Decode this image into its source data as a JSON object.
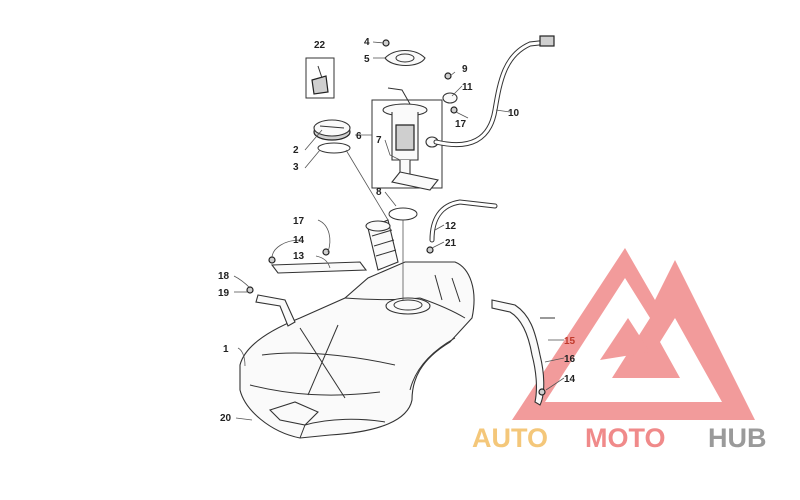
{
  "callouts": [
    {
      "id": "c1",
      "label": "1"
    },
    {
      "id": "c2",
      "label": "2"
    },
    {
      "id": "c3",
      "label": "3"
    },
    {
      "id": "c4",
      "label": "4"
    },
    {
      "id": "c5",
      "label": "5"
    },
    {
      "id": "c6",
      "label": "6"
    },
    {
      "id": "c7",
      "label": "7"
    },
    {
      "id": "c8",
      "label": "8"
    },
    {
      "id": "c9",
      "label": "9"
    },
    {
      "id": "c10",
      "label": "10"
    },
    {
      "id": "c11",
      "label": "11"
    },
    {
      "id": "c12",
      "label": "12"
    },
    {
      "id": "c13",
      "label": "13"
    },
    {
      "id": "c14a",
      "label": "14"
    },
    {
      "id": "c14b",
      "label": "14"
    },
    {
      "id": "c15",
      "label": "15"
    },
    {
      "id": "c16",
      "label": "16"
    },
    {
      "id": "c17a",
      "label": "17"
    },
    {
      "id": "c17b",
      "label": "17"
    },
    {
      "id": "c18",
      "label": "18"
    },
    {
      "id": "c19",
      "label": "19"
    },
    {
      "id": "c20",
      "label": "20"
    },
    {
      "id": "c21",
      "label": "21"
    },
    {
      "id": "c22",
      "label": "22"
    }
  ],
  "watermark": {
    "word_part1": "AUTO",
    "word_part2": "MOTO",
    "word_part3": "HUB",
    "color_light": "#f4c77a",
    "color_red": "#f08a8a",
    "color_gray": "#9a9a9a"
  }
}
